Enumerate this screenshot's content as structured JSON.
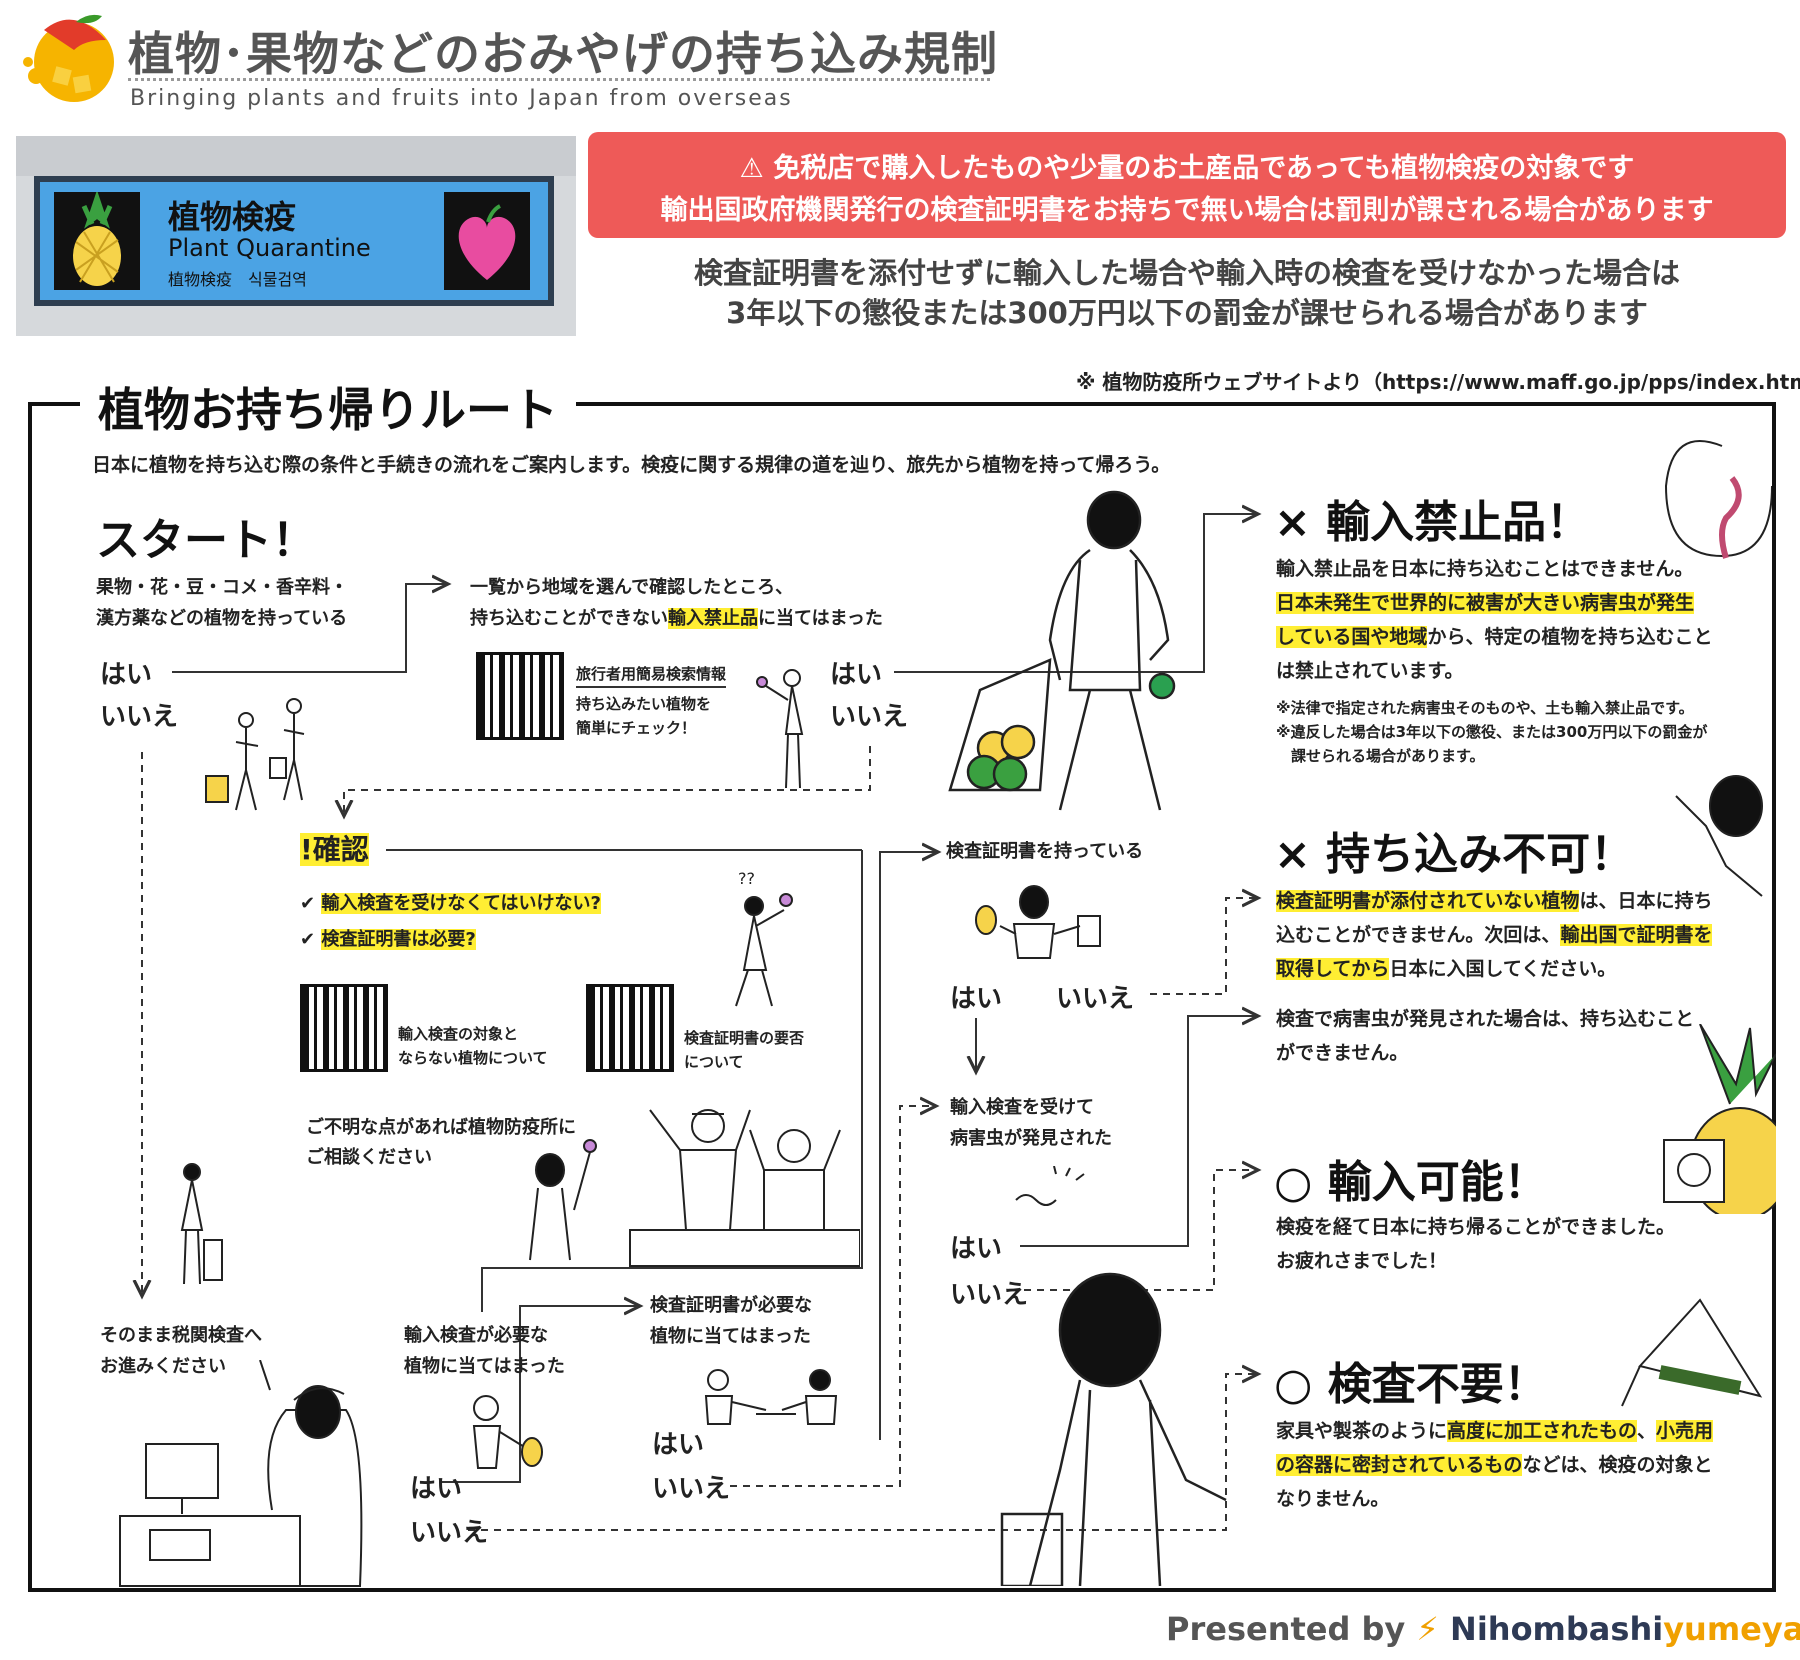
{
  "header": {
    "title": "植物･果物などのおみやげの持ち込み規制",
    "subtitle": "Bringing plants and fruits into Japan from overseas"
  },
  "sign": {
    "jp": "植物検疫",
    "en": "Plant Quarantine",
    "sub": "植物検疫　식물검역"
  },
  "warning": {
    "line1": "⚠ 免税店で購入したものや少量のお土産品であっても植物検疫の対象です",
    "line2": "輸出国政府機関発行の検査証明書をお持ちで無い場合は罰則が課される場合があります",
    "color": "#ee5a58"
  },
  "penalty": {
    "line1": "検査証明書を添付せずに輸入した場合や輸入時の検査を受けなかった場合は",
    "line2": "3年以下の懲役または300万円以下の罰金が課せられる場合があります"
  },
  "route": {
    "title": "植物お持ち帰りルート",
    "source": "※ 植物防疫所ウェブサイトより（https://www.maff.go.jp/pps/index.html）",
    "intro": "日本に植物を持ち込む際の条件と手続きの流れをご案内します。検疫に関する規律の道を辿り、旅先から植物を持って帰ろう。",
    "start": {
      "title": "スタート！",
      "q1": "果物・花・豆・コメ・香辛料・",
      "q2": "漢方薬などの植物を持っている",
      "yes": "はい",
      "no": "いいえ"
    },
    "check_list": {
      "l1": "一覧から地域を選んで確認したところ、",
      "l2a": "持ち込むことができない",
      "l2b": "輸入禁止品",
      "l2c": "に当てはまった",
      "qr_title": "旅行者用簡易検索情報",
      "qr_l1": "持ち込みたい植物を",
      "qr_l2": "簡単にチェック！",
      "yes": "はい",
      "no": "いいえ"
    },
    "confirm": {
      "title": "!確認",
      "c1": "輸入検査を受けなくてはいけない?",
      "c2": "検査証明書は必要?",
      "qr1_l1": "輸入検査の対象と",
      "qr1_l2": "ならない植物について",
      "qr2_l1": "検査証明書の要否",
      "qr2_l2": "について",
      "consult1": "ご不明な点があれば植物防疫所に",
      "consult2": "ご相談ください"
    },
    "customs": {
      "l1": "そのまま税関検査へ",
      "l2": "お進みください"
    },
    "need_inspection": {
      "l1": "輸入検査が必要な",
      "l2": "植物に当てはまった",
      "yes": "はい",
      "no": "いいえ"
    },
    "need_cert": {
      "l1": "検査証明書が必要な",
      "l2": "植物に当てはまった",
      "yes": "はい",
      "no": "いいえ"
    },
    "have_cert": {
      "l1": "検査証明書を持っている",
      "yes": "はい",
      "no": "いいえ"
    },
    "pest_found": {
      "l1": "輸入検査を受けて",
      "l2": "病害虫が発見された",
      "yes": "はい",
      "no": "いいえ"
    },
    "results": {
      "banned": {
        "title": "× 輸入禁止品！",
        "b1": "輸入禁止品を日本に持ち込むことはできません。",
        "b2a": "日本未発生で世界的に被害が大きい病害虫が発生",
        "b3a": "している国や地域",
        "b3b": "から、特定の植物を持ち込むこと",
        "b4": "は禁止されています。",
        "n1": "※法律で指定された病害虫そのものや、土も輸入禁止品です。",
        "n2": "※違反した場合は3年以下の懲役、または300万円以下の罰金が",
        "n3": "　課せられる場合があります。"
      },
      "not_allowed": {
        "title": "× 持ち込み不可！",
        "b1a": "検査証明書が添付されていない植物",
        "b1b": "は、日本に持ち",
        "b2a": "込むことができません。次回は、",
        "b2b": "輸出国で証明書を",
        "b3a": "取得してから",
        "b3b": "日本に入国してください。",
        "b4": "検査で病害虫が発見された場合は、持ち込むこと",
        "b5": "ができません。"
      },
      "allowed": {
        "title": "○ 輸入可能！",
        "b1": "検疫を経て日本に持ち帰ることができました。",
        "b2": "お疲れさまでした！"
      },
      "no_inspection": {
        "title": "○ 検査不要！",
        "b1a": "家具や製茶のように",
        "b1b": "高度に加工されたもの",
        "b1c": "、",
        "b1d": "小売用",
        "b2a": "の容器に密封されているもの",
        "b2b": "などは、検疫の対象と",
        "b3": "なりません。"
      }
    }
  },
  "credit": {
    "prefix": "Presented by ",
    "brand_a": "Nihombashi",
    "brand_b": "yumeya"
  },
  "colors": {
    "highlight": "#ffee33",
    "accent_red": "#ee5a58",
    "frame": "#111111"
  }
}
